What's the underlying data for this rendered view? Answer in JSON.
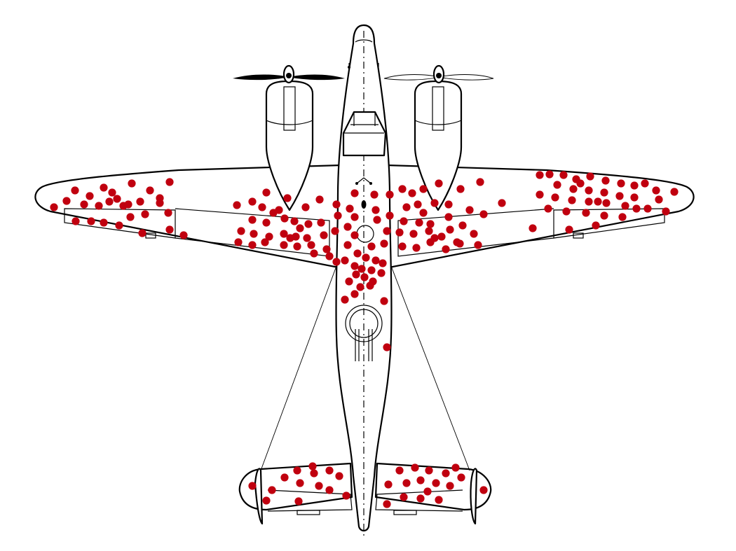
{
  "diagram": {
    "subject": "twin-engine-bomber-top-view",
    "hit_color": "#c0000f",
    "outline_color": "#000000",
    "background_color": "#ffffff",
    "hit_regions": [
      "left-wing",
      "right-wing",
      "fuselage",
      "tailplane"
    ],
    "hit_count_shown": true
  }
}
